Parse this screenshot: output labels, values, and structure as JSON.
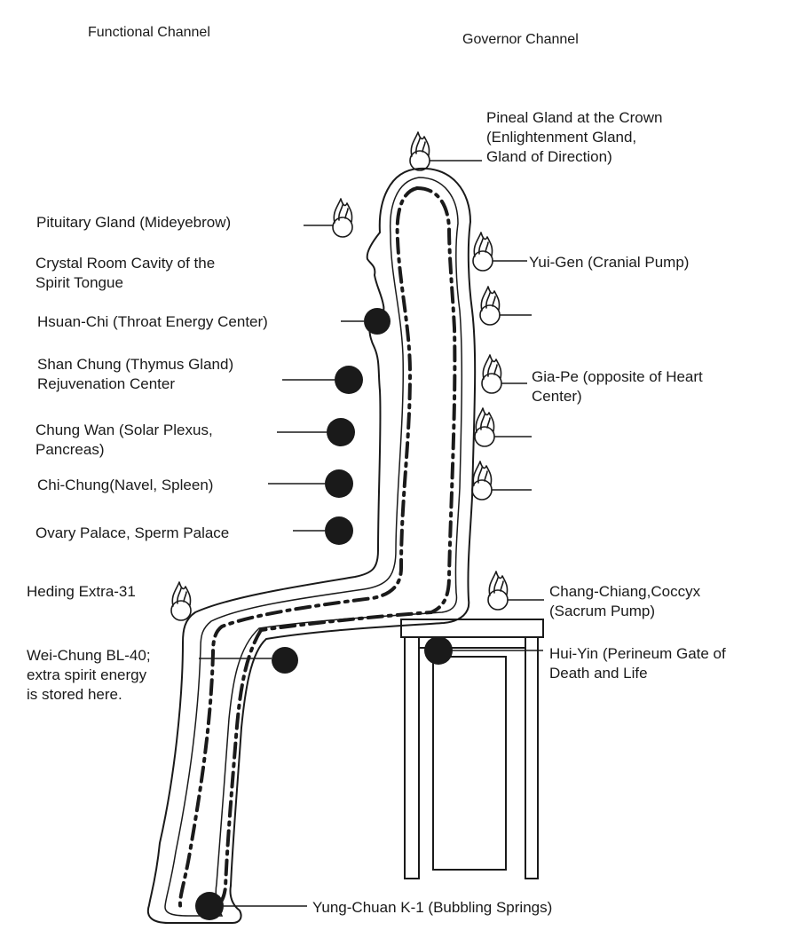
{
  "headers": {
    "functional": "Functional Channel",
    "governor": "Governor Channel"
  },
  "labels": {
    "pineal": "Pineal Gland at the Crown\n(Enlightenment Gland,\nGland of Direction)",
    "pituitary": "Pituitary Gland (Mideyebrow)",
    "crystal_room": "Crystal Room Cavity of the\nSpirit Tongue",
    "yui_gen": "Yui-Gen (Cranial Pump)",
    "hsuan_chi": "Hsuan-Chi (Throat Energy Center)",
    "shan_chung": "Shan Chung (Thymus Gland)\nRejuvenation Center",
    "gia_pe": "Gia-Pe (opposite of Heart\nCenter)",
    "chung_wan": "Chung Wan (Solar Plexus,\nPancreas)",
    "chi_chung": "Chi-Chung(Navel, Spleen)",
    "ovary_palace": "Ovary Palace, Sperm Palace",
    "heding": "Heding Extra-31",
    "chang_chiang": "Chang-Chiang,Coccyx\n(Sacrum Pump)",
    "wei_chung": "Wei-Chung BL-40;\nextra spirit energy\nis stored here.",
    "hui_yin": "Hui-Yin (Perineum Gate of\nDeath and Life",
    "yung_chuan": "Yung-Chuan K-1 (Bubbling Springs)"
  },
  "colors": {
    "ink": "#1a1a1a",
    "background": "#ffffff"
  },
  "icons": {
    "energy_point": "filled-circle",
    "flame_point": "flame-circle-icon"
  }
}
